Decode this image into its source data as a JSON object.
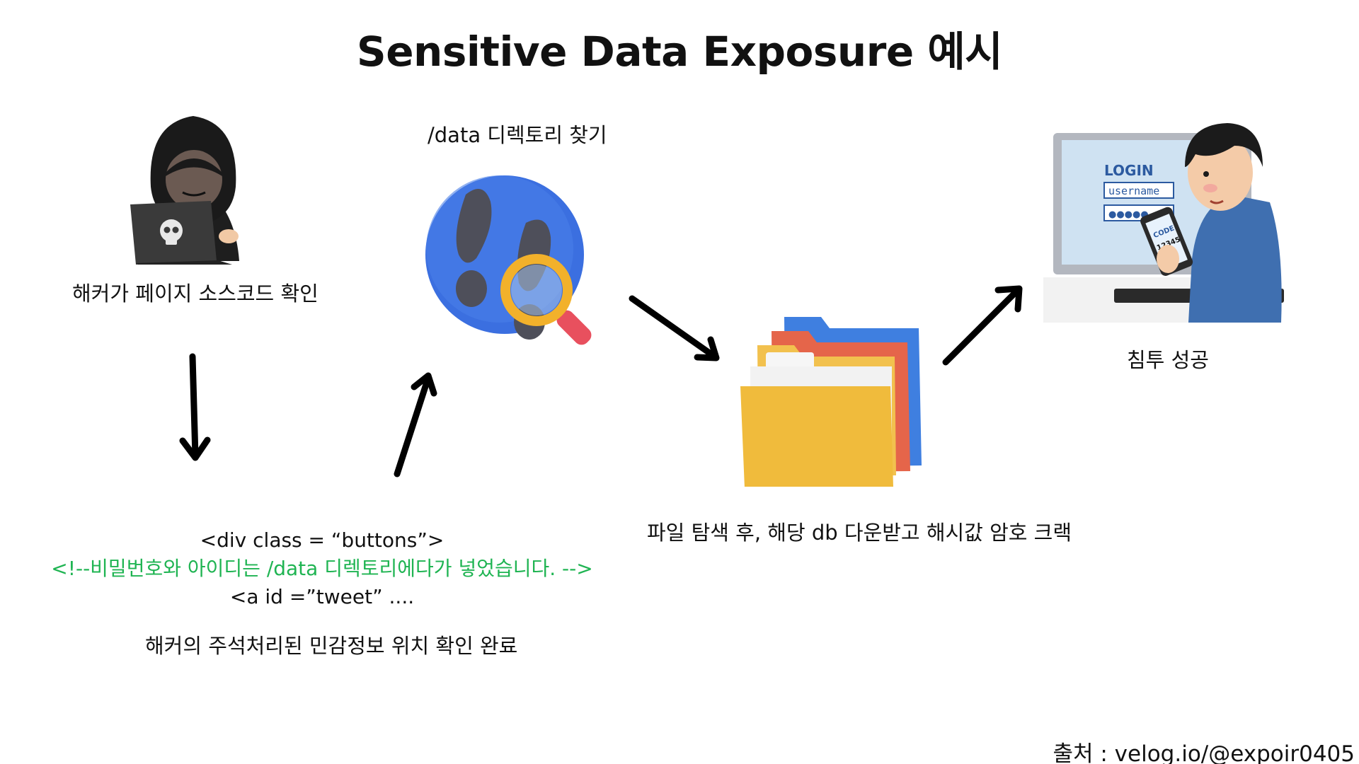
{
  "title": "Sensitive Data Exposure 예시",
  "steps": {
    "hacker_label": "해커가 페이지 소스코드 확인",
    "search_label": "/data 디렉토리 찾기",
    "files_label": "파일 탐색 후, 해당 db 다운받고 해시값 암호 크랙",
    "success_label": "침투 성공",
    "comment_found_label": "해커의 주석처리된 민감정보 위치 확인 완료"
  },
  "code_snippet": {
    "line1": "<div class = “buttons”>",
    "line2": "<!--비밀번호와 아이디는 /data 디렉토리에다가 넣었습니다. -->",
    "line3": "<a id =”tweet” ...."
  },
  "login_screen": {
    "heading": "LOGIN",
    "username_placeholder": "username",
    "password_mask": "●●●●●",
    "phone_code_label": "CODE",
    "phone_code_value": "12345"
  },
  "credit": "출처 : velog.io/@expoir0405",
  "colors": {
    "comment": "#1fb452",
    "search_circle": "#3b6fe0",
    "folder_yellow": "#f2c14e",
    "folder_blue": "#3f7fe0",
    "folder_red": "#e5654a"
  }
}
